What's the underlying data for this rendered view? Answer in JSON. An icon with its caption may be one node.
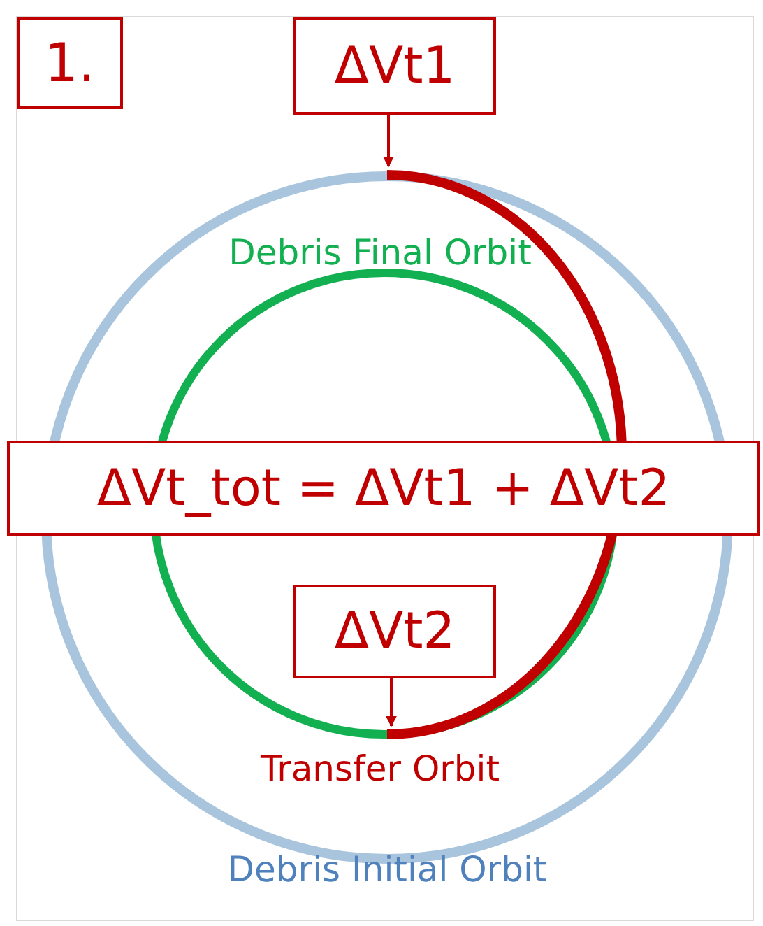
{
  "diagram": {
    "nodes": [
      {
        "text": [
          "1."
        ]
      },
      {
        "text": [
          "ΔVt1"
        ]
      },
      {
        "text": [
          "ΔVt_tot = ΔVt1 + ΔVt2"
        ]
      },
      {
        "text": [
          "ΔVt2"
        ]
      }
    ],
    "edges": [
      {
        "from": 1,
        "to": null,
        "arrow": "to"
      },
      {
        "from": 3,
        "to": null,
        "arrow": "to"
      }
    ],
    "labels": [
      "Debris Final Orbit",
      "Transfer Orbit",
      "Debris Initial Orbit"
    ]
  }
}
